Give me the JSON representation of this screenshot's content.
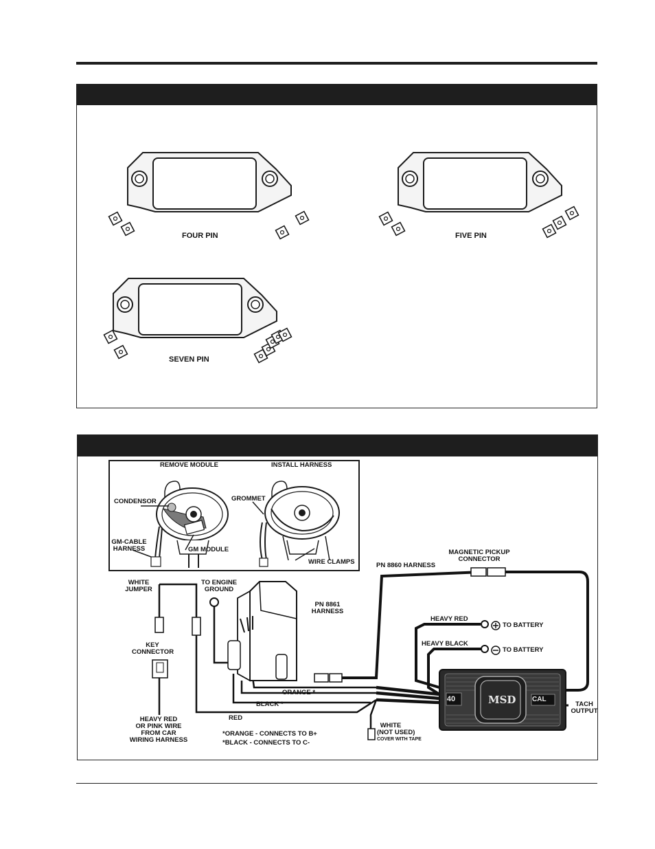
{
  "modules": {
    "four_pin": "FOUR PIN",
    "five_pin": "FIVE PIN",
    "seven_pin": "SEVEN PIN"
  },
  "wiring": {
    "remove_module": "REMOVE MODULE",
    "install_harness": "INSTALL HARNESS",
    "condensor": "CONDENSOR",
    "grommet": "GROMMET",
    "gm_cable_harness": [
      "GM-CABLE",
      "HARNESS"
    ],
    "gm_module": "GM MODULE",
    "wire_clamps": "WIRE CLAMPS",
    "magnetic_pickup_connector": [
      "MAGNETIC PICKUP",
      "CONNECTOR"
    ],
    "pn_8860_harness": "PN 8860 HARNESS",
    "white_jumper": [
      "WHITE",
      "JUMPER"
    ],
    "to_engine_ground": [
      "TO ENGINE",
      "GROUND"
    ],
    "pn_8861_harness": [
      "PN 8861",
      "HARNESS"
    ],
    "heavy_red": "HEAVY RED",
    "heavy_black": "HEAVY BLACK",
    "to_battery_pos": "TO BATTERY",
    "to_battery_neg": "TO BATTERY",
    "key_connector": [
      "KEY",
      "CONNECTOR"
    ],
    "orange": "ORANGE *",
    "black": "BLACK *",
    "red": "RED",
    "heavy_red_pink": [
      "HEAVY RED",
      "OR PINK WIRE",
      "FROM CAR",
      "WIRING HARNESS"
    ],
    "note_orange": "*ORANGE - CONNECTS TO B+",
    "note_black": "*BLACK - CONNECTS TO C-",
    "white_not_used": [
      "WHITE",
      "(NOT USED)"
    ],
    "cover_with_tape": "COVER WITH TAPE",
    "tach_output": [
      "TACH",
      "OUTPUT"
    ],
    "brand": "MSD",
    "model_num": "40",
    "model_cal": "CAL"
  }
}
